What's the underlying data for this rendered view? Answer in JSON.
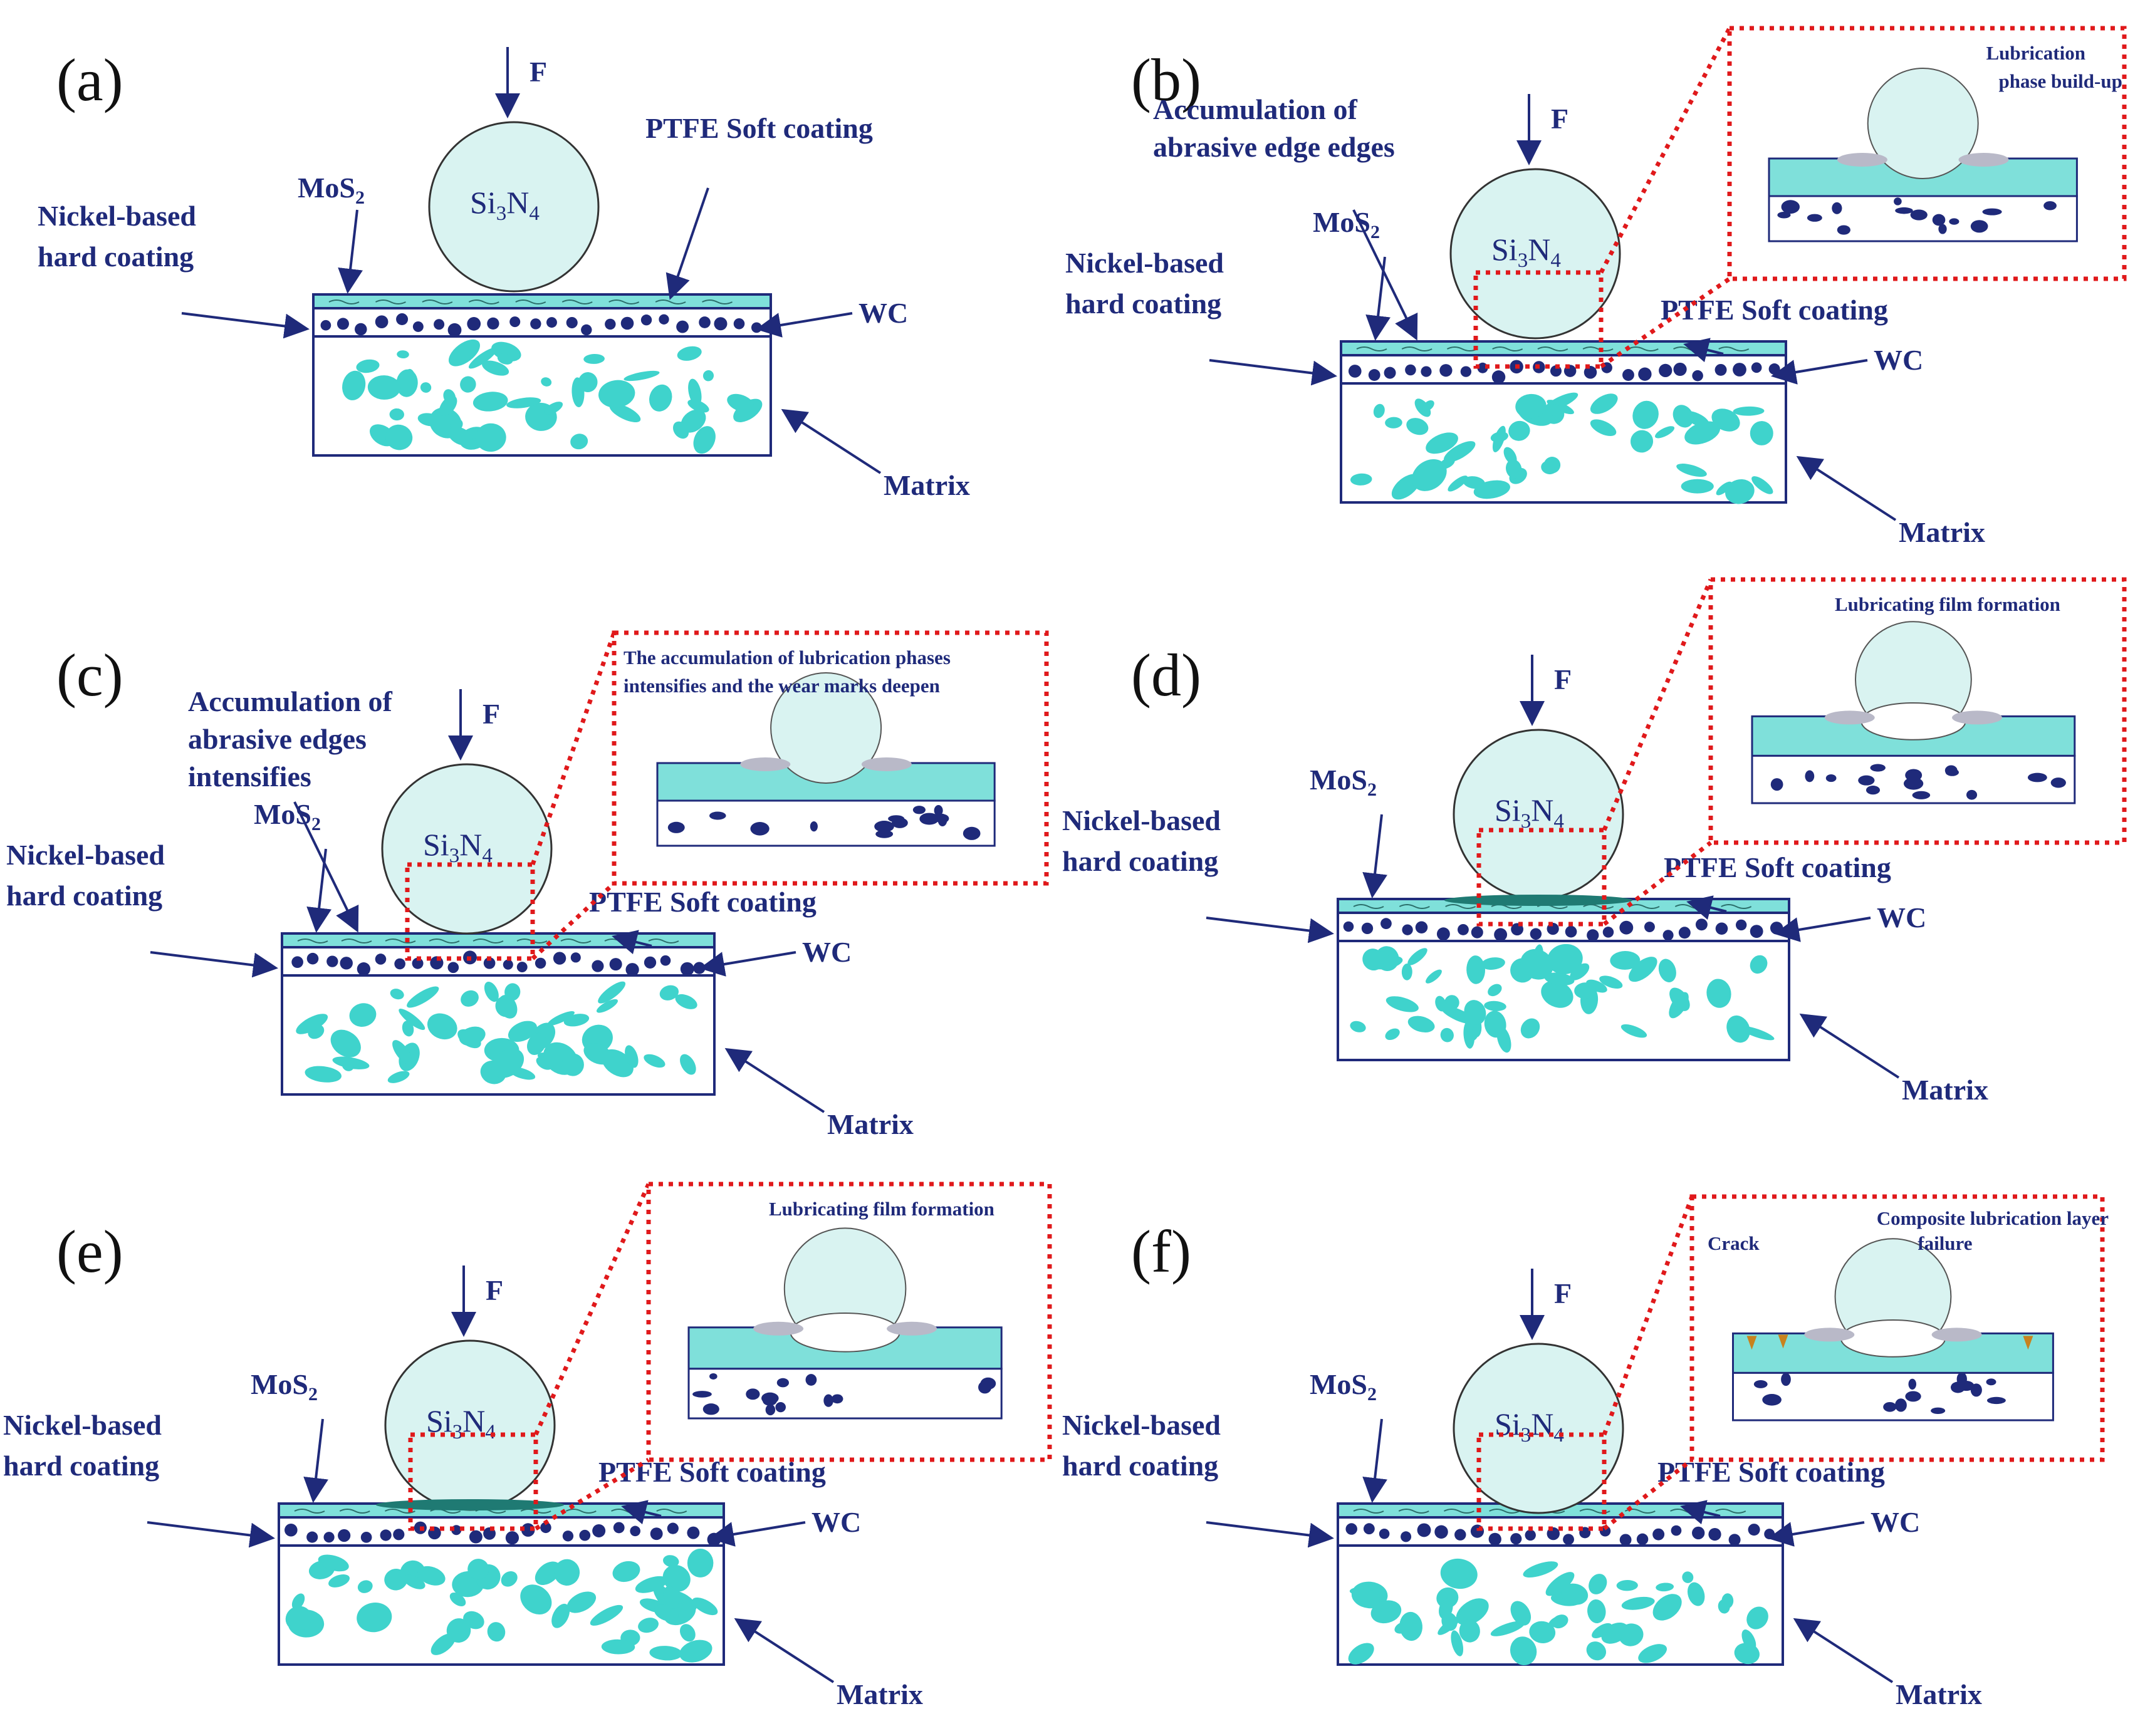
{
  "colors": {
    "navy": "#1f2a7a",
    "cyan": "#3fd3cc",
    "soft_coating": "#7fe0da",
    "ball_fill": "#d9f3f1",
    "dashed_red": "#e0191b",
    "lubricant_gray": "#b9b9c8",
    "film_dark": "#1f7a73",
    "crack_orange": "#c8821e"
  },
  "panels": [
    {
      "letter": "(a)",
      "force": "F",
      "ball_main": "Si",
      "ball_sub1": "3",
      "ball_mid": "N",
      "ball_sub2": "4",
      "mos2_main": "MoS",
      "mos2_sub": "2",
      "nickel_line1": "Nickel-based",
      "nickel_line2": "hard coating",
      "ptfe": "PTFE Soft coating",
      "wc": "WC",
      "matrix": "Matrix"
    },
    {
      "letter": "(b)",
      "force": "F",
      "ball_main": "Si",
      "ball_sub1": "3",
      "ball_mid": "N",
      "ball_sub2": "4",
      "mos2_main": "MoS",
      "mos2_sub": "2",
      "nickel_line1": "Nickel-based",
      "nickel_line2": "hard coating",
      "ptfe": "PTFE Soft coating",
      "wc": "WC",
      "matrix": "Matrix",
      "extra_line1": "Accumulation of",
      "extra_line2": "abrasive edge edges",
      "inset_line1": "Lubrication",
      "inset_line2": "phase build-up"
    },
    {
      "letter": "(c)",
      "force": "F",
      "ball_main": "Si",
      "ball_sub1": "3",
      "ball_mid": "N",
      "ball_sub2": "4",
      "mos2_main": "MoS",
      "mos2_sub": "2",
      "nickel_line1": "Nickel-based",
      "nickel_line2": "hard coating",
      "ptfe": "PTFE Soft coating",
      "wc": "WC",
      "matrix": "Matrix",
      "extra_line1": "Accumulation of",
      "extra_line2": "abrasive edges",
      "extra_line3": "intensifies",
      "inset_line1": "The accumulation of lubrication phases",
      "inset_line2": "intensifies and the wear marks deepen"
    },
    {
      "letter": "(d)",
      "force": "F",
      "ball_main": "Si",
      "ball_sub1": "3",
      "ball_mid": "N",
      "ball_sub2": "4",
      "mos2_main": "MoS",
      "mos2_sub": "2",
      "nickel_line1": "Nickel-based",
      "nickel_line2": "hard coating",
      "ptfe": "PTFE Soft coating",
      "wc": "WC",
      "matrix": "Matrix",
      "inset_line1": "Lubricating film formation"
    },
    {
      "letter": "(e)",
      "force": "F",
      "ball_main": "Si",
      "ball_sub1": "3",
      "ball_mid": "N",
      "ball_sub2": "4",
      "mos2_main": "MoS",
      "mos2_sub": "2",
      "nickel_line1": "Nickel-based",
      "nickel_line2": "hard coating",
      "ptfe": "PTFE Soft coating",
      "wc": "WC",
      "matrix": "Matrix",
      "inset_line1": "Lubricating film formation"
    },
    {
      "letter": "(f)",
      "force": "F",
      "ball_main": "Si",
      "ball_sub1": "3",
      "ball_mid": "N",
      "ball_sub2": "4",
      "mos2_main": "MoS",
      "mos2_sub": "2",
      "nickel_line1": "Nickel-based",
      "nickel_line2": "hard coating",
      "ptfe": "PTFE Soft coating",
      "wc": "WC",
      "matrix": "Matrix",
      "inset_crack": "Crack",
      "inset_line1": "Composite lubrication layer",
      "inset_line2": "failure"
    }
  ]
}
